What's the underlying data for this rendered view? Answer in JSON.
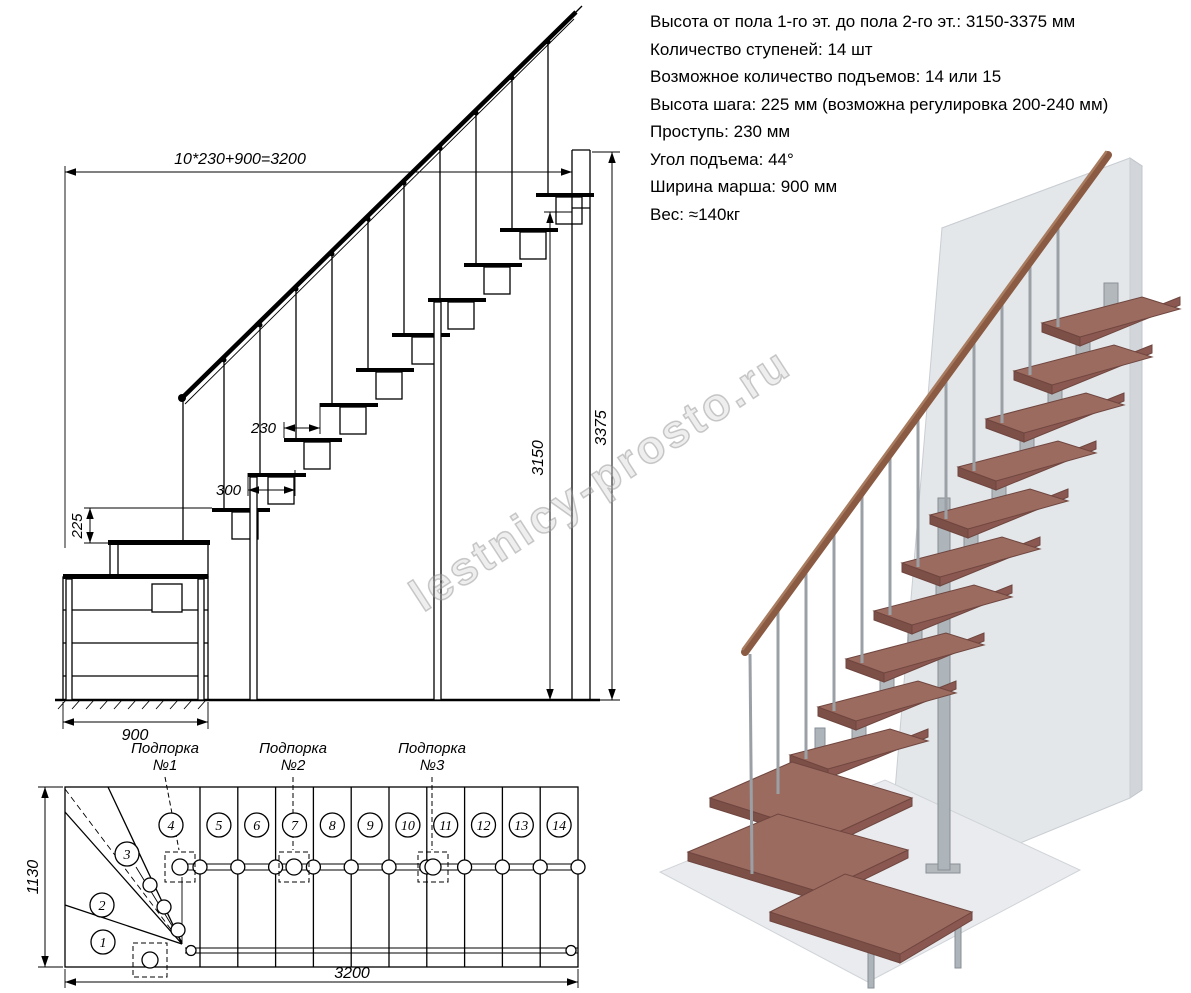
{
  "specs": {
    "lines": [
      "Высота от пола 1-го эт. до пола 2-го эт.: 3150-3375 мм",
      "Количество ступеней: 14 шт",
      "Возможное количество подъемов: 14 или 15",
      "Высота шага: 225 мм (возможна регулировка 200-240 мм)",
      "Проступь: 230 мм",
      "Угол подъема: 44°",
      "Ширина марша: 900 мм",
      "Вес: ≈140кг"
    ]
  },
  "elevation": {
    "dim_total_run": "10*230+900=3200",
    "dim_tread": "230",
    "dim_module": "300",
    "dim_rise": "225",
    "dim_platform_width": "900",
    "dim_floor_height": "3150",
    "dim_total_height": "3375"
  },
  "plan": {
    "support_labels": [
      [
        "Подпорка",
        "№1"
      ],
      [
        "Подпорка",
        "№2"
      ],
      [
        "Подпорка",
        "№3"
      ]
    ],
    "step_numbers": [
      "1",
      "2",
      "3",
      "4",
      "5",
      "6",
      "7",
      "8",
      "9",
      "10",
      "11",
      "12",
      "13",
      "14"
    ],
    "dim_depth": "1130",
    "dim_length": "3200"
  },
  "watermark": {
    "text": "lestnicy-prosto.ru"
  },
  "colors": {
    "tread_wood": "#9c6b60",
    "wall_gray": "#e4e7ea",
    "metal_gray": "#b3b8bd",
    "handrail_wood": "#8a5a42",
    "line_black": "#000000"
  }
}
